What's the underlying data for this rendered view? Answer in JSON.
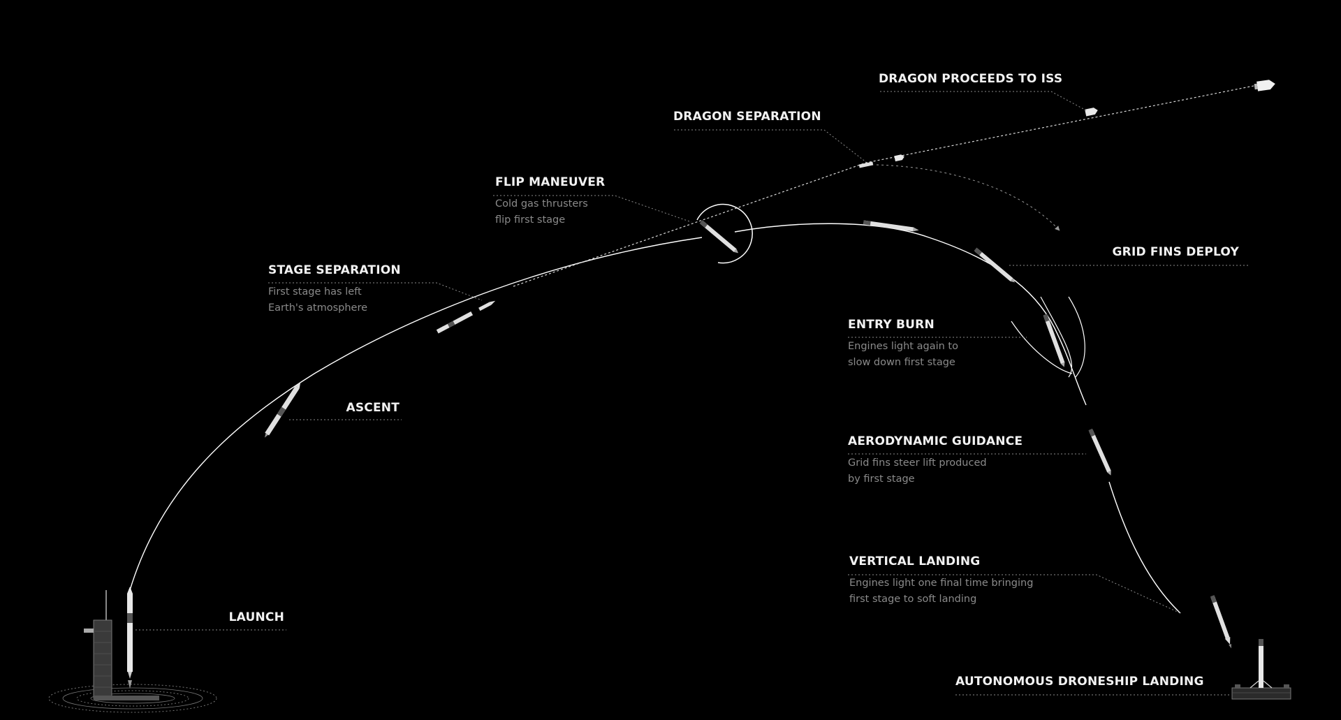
{
  "stages": [
    {
      "id": "launch",
      "title": "LAUNCH"
    },
    {
      "id": "ascent",
      "title": "ASCENT"
    },
    {
      "id": "stage-separation",
      "title": "STAGE SEPARATION",
      "lines": [
        "First stage has left",
        "Earth's atmosphere"
      ]
    },
    {
      "id": "flip-maneuver",
      "title": "FLIP MANEUVER",
      "lines": [
        "Cold gas thrusters",
        "flip first stage"
      ]
    },
    {
      "id": "dragon-separation",
      "title": "DRAGON SEPARATION"
    },
    {
      "id": "dragon-proceeds",
      "title": "DRAGON PROCEEDS TO ISS"
    },
    {
      "id": "grid-fins-deploy",
      "title": "GRID FINS DEPLOY"
    },
    {
      "id": "entry-burn",
      "title": "ENTRY BURN",
      "lines": [
        "Engines light again to",
        "slow down first stage"
      ]
    },
    {
      "id": "aerodynamic-guidance",
      "title": "AERODYNAMIC GUIDANCE",
      "lines": [
        "Grid fins steer lift produced",
        "by first stage"
      ]
    },
    {
      "id": "vertical-landing",
      "title": "VERTICAL LANDING",
      "lines": [
        "Engines light one final time bringing",
        "first stage to soft landing"
      ]
    },
    {
      "id": "droneship-landing",
      "title": "AUTONOMOUS DRONESHIP LANDING"
    }
  ],
  "colors": {
    "background": "#000000",
    "trajectory": "#ffffff",
    "leader": "#8c8c8c",
    "description": "#8a8a8a"
  }
}
